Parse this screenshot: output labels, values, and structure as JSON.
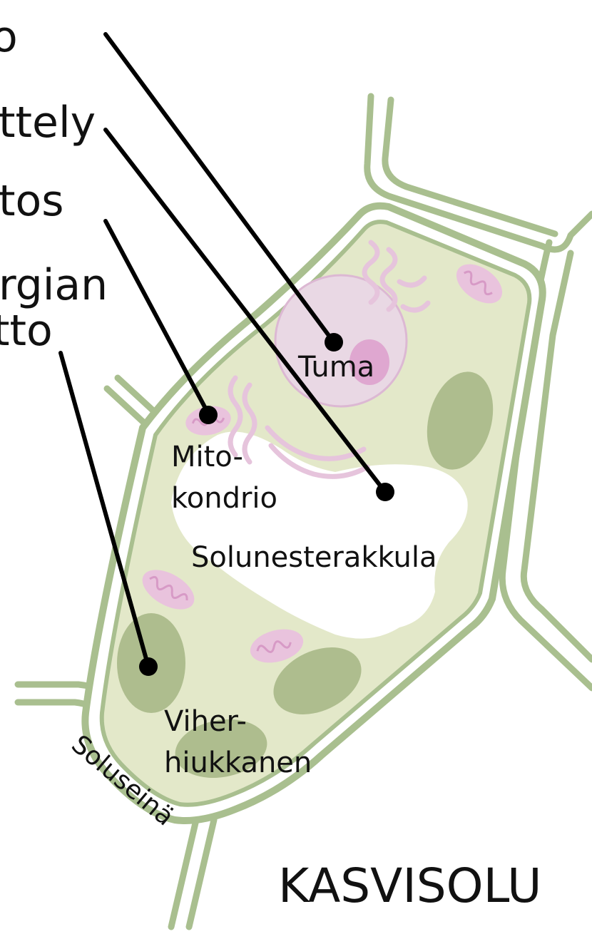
{
  "title": "KASVISOLU",
  "left_fragments": [
    "o",
    "ttely",
    "tos",
    "rgian",
    "tto"
  ],
  "organelle_labels": {
    "nucleus": "Tuma",
    "mitochondrion_line1": "Mito-",
    "mitochondrion_line2": "kondrio",
    "vacuole": "Solunesterakkula",
    "chloroplast_line1": "Viher-",
    "chloroplast_line2": "hiukkanen",
    "cell_wall": "Soluseinä"
  },
  "colors": {
    "wall": "#a9bf8f",
    "cytoplasm": "#e3e8c9",
    "chloroplast": "#aebd8e",
    "organelle_pink": "#e9c3dd",
    "nucleus_fill": "#e9d8e4",
    "nucleolus": "#dfa7d0",
    "leader_line": "#000000"
  }
}
